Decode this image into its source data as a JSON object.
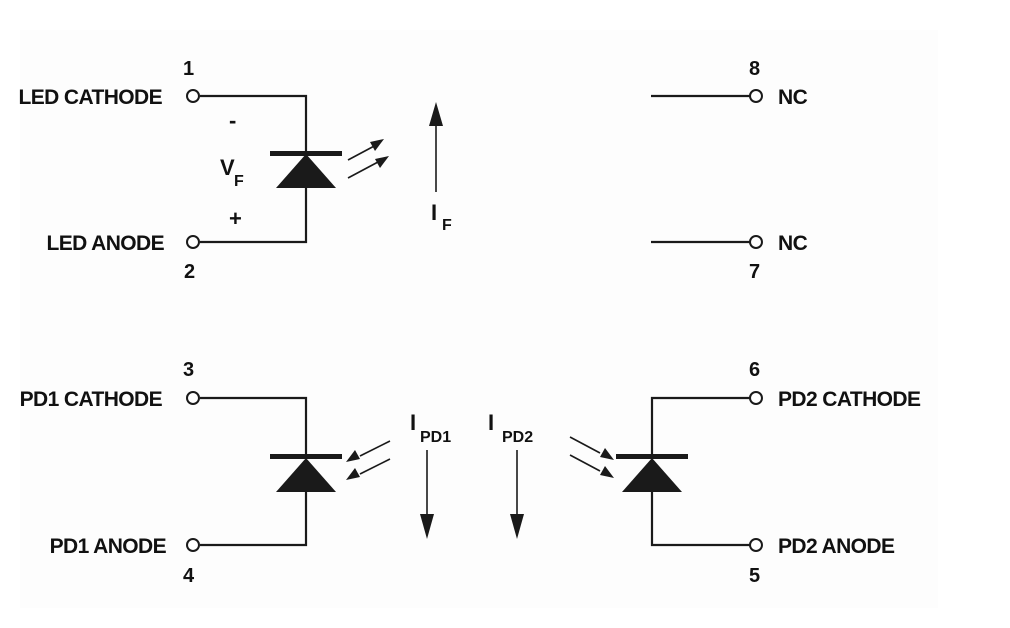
{
  "pins": {
    "p1": {
      "number": "1",
      "label": "LED CATHODE"
    },
    "p2": {
      "number": "2",
      "label": "LED ANODE"
    },
    "p3": {
      "number": "3",
      "label": "PD1 CATHODE"
    },
    "p4": {
      "number": "4",
      "label": "PD1 ANODE"
    },
    "p5": {
      "number": "5",
      "label": "PD2 ANODE"
    },
    "p6": {
      "number": "6",
      "label": "PD2 CATHODE"
    },
    "p7": {
      "number": "7",
      "label": "NC"
    },
    "p8": {
      "number": "8",
      "label": "NC"
    }
  },
  "symbols": {
    "vf_main": "V",
    "vf_sub": "F",
    "minus": "-",
    "plus": "+",
    "if_main": "I",
    "if_sub": "F",
    "ipd1_main": "I",
    "ipd1_sub": "PD1",
    "ipd2_main": "I",
    "ipd2_sub": "PD2"
  }
}
